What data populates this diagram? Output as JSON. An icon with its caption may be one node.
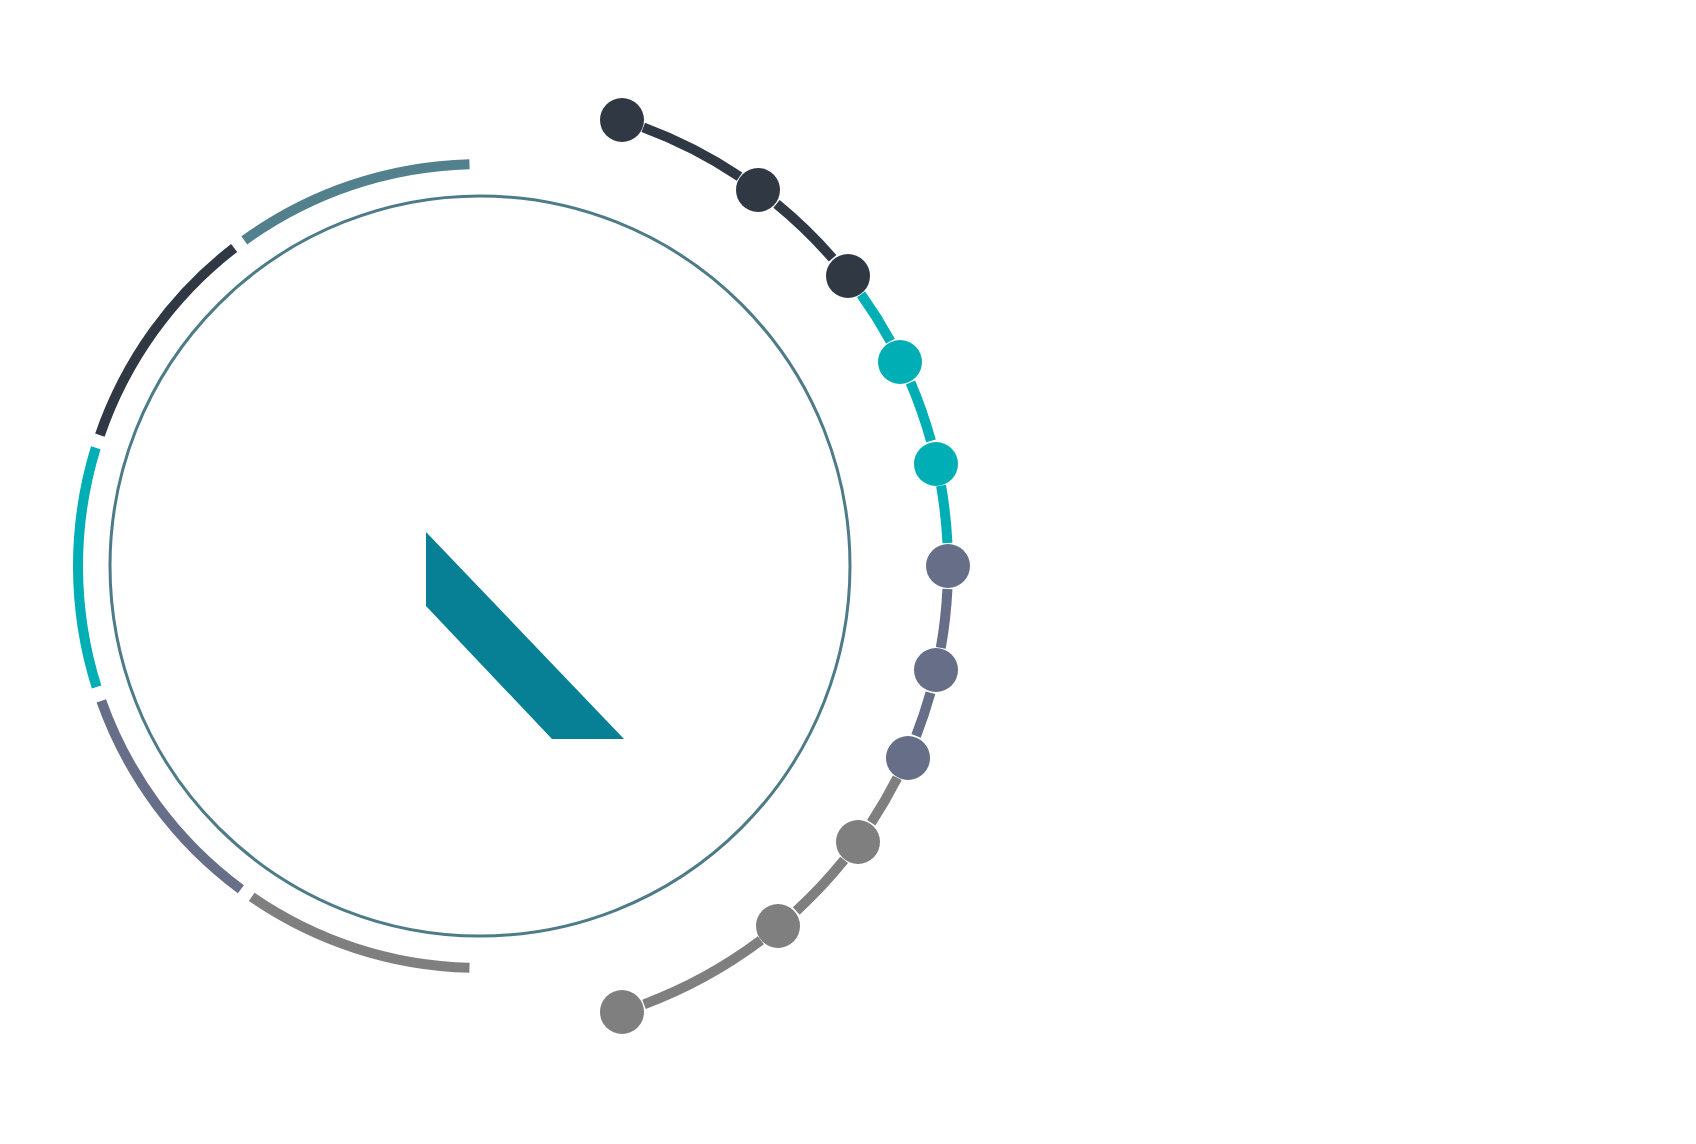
{
  "diagram": {
    "nodes": [
      {
        "text": [],
        "shape": "circle"
      },
      {
        "text": [],
        "shape": "circle"
      },
      {
        "text": [],
        "shape": "circle"
      },
      {
        "text": [],
        "shape": "circle"
      },
      {
        "text": [],
        "shape": "circle"
      },
      {
        "text": [],
        "shape": "circle"
      },
      {
        "text": [],
        "shape": "circle"
      },
      {
        "text": [],
        "shape": "circle"
      },
      {
        "text": [],
        "shape": "circle"
      },
      {
        "text": [],
        "shape": "circle"
      },
      {
        "text": [],
        "shape": "circle"
      }
    ],
    "edges": [
      {
        "from": 0,
        "to": 1,
        "arrow": "none",
        "color": "#2f3843"
      },
      {
        "from": 1,
        "to": 2,
        "arrow": "none",
        "color": "#2f3843"
      },
      {
        "from": 2,
        "to": 3,
        "arrow": "none",
        "color": "#00aeb5"
      },
      {
        "from": 3,
        "to": 4,
        "arrow": "none",
        "color": "#00aeb5"
      },
      {
        "from": 4,
        "to": 5,
        "arrow": "none",
        "color": "#00aeb5"
      },
      {
        "from": 5,
        "to": 6,
        "arrow": "none",
        "color": "#666e88"
      },
      {
        "from": 6,
        "to": 7,
        "arrow": "none",
        "color": "#666e88"
      },
      {
        "from": 7,
        "to": 8,
        "arrow": "none",
        "color": "#7f7f7f"
      },
      {
        "from": 8,
        "to": 9,
        "arrow": "none",
        "color": "#7f7f7f"
      },
      {
        "from": 9,
        "to": 10,
        "arrow": "none",
        "color": "#7f7f7f"
      }
    ]
  }
}
